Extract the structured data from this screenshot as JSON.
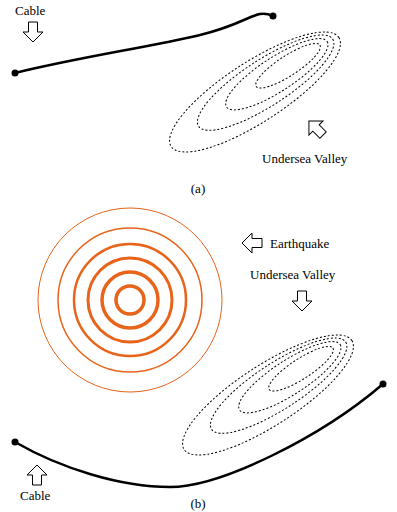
{
  "diagram": {
    "labels": [
      "Cable",
      "Undersea Valley",
      "(a)",
      "Earthquake",
      "Undersea Valley",
      "Cable",
      "(b)"
    ]
  }
}
